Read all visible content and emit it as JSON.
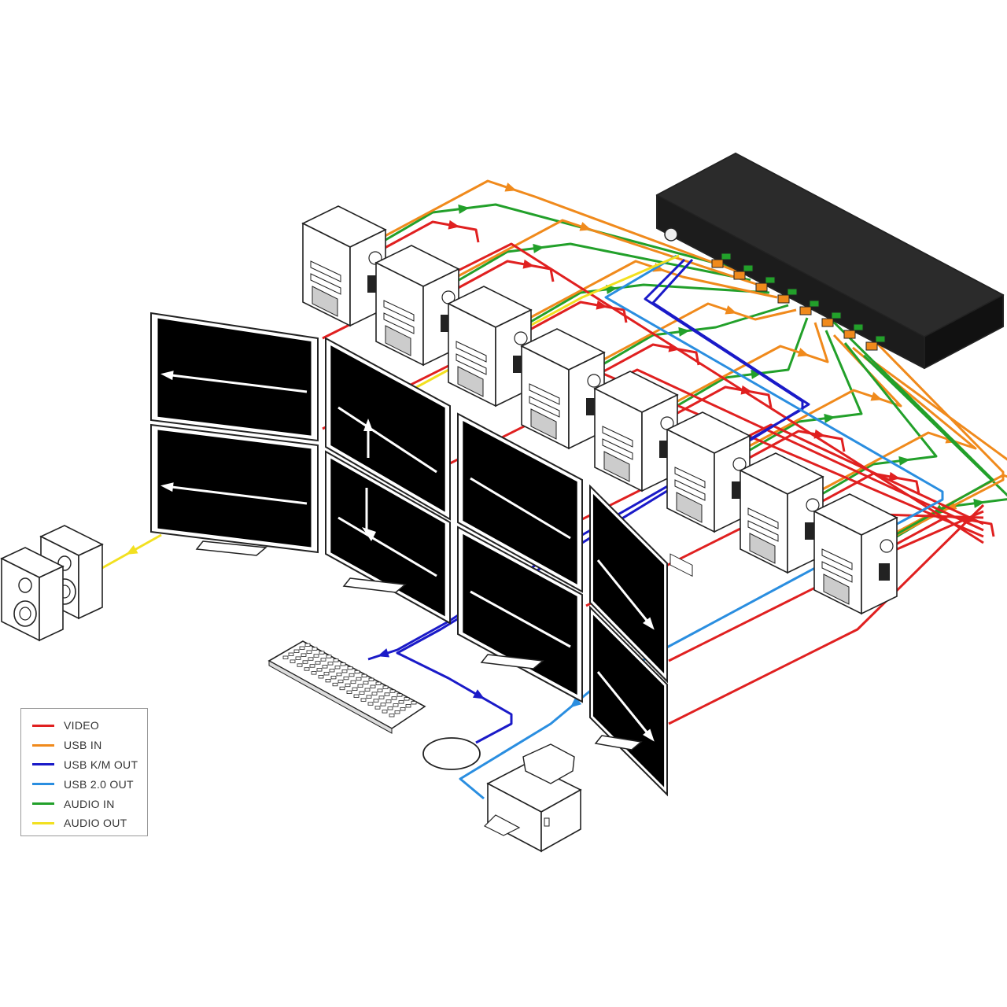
{
  "legend": {
    "items": [
      {
        "label": "VIDEO",
        "color": "#e02020"
      },
      {
        "label": "USB IN",
        "color": "#f08a1c"
      },
      {
        "label": "USB K/M OUT",
        "color": "#1a1ac8"
      },
      {
        "label": "USB 2.0 OUT",
        "color": "#2a8ee0"
      },
      {
        "label": "AUDIO IN",
        "color": "#22a02a"
      },
      {
        "label": "AUDIO OUT",
        "color": "#f2e020"
      }
    ]
  },
  "devices": {
    "kvm_switch": "kvm-switch-icon",
    "computers": "computer-tower-icon",
    "monitors": "monitor-icon",
    "speakers": "speaker-icon",
    "keyboard": "keyboard-icon",
    "mouse": "mouse-icon",
    "printer": "printer-icon"
  },
  "colors": {
    "outline": "#222222",
    "screen": "#000000",
    "device_body": "#ffffff"
  }
}
